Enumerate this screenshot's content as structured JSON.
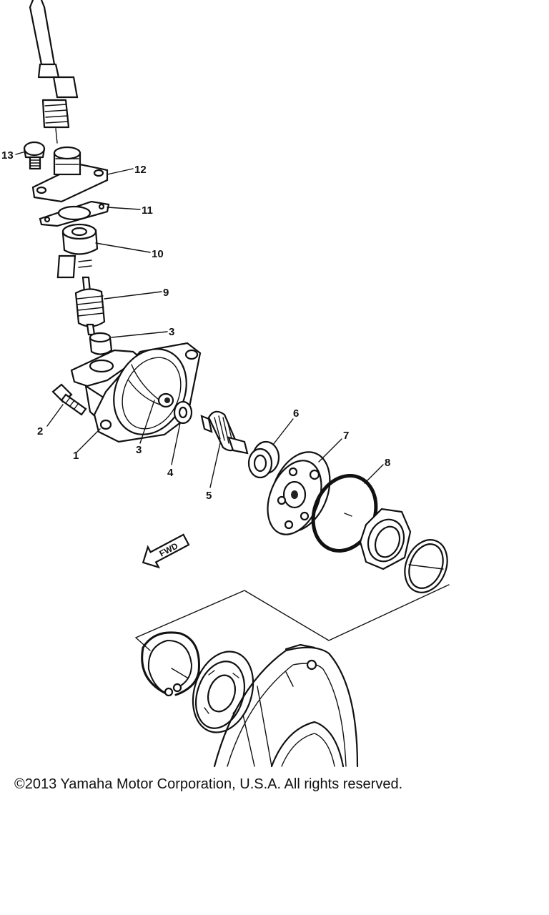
{
  "callouts": [
    {
      "id": "c13",
      "label": "13"
    },
    {
      "id": "c12",
      "label": "12"
    },
    {
      "id": "c11",
      "label": "11"
    },
    {
      "id": "c10",
      "label": "10"
    },
    {
      "id": "c9",
      "label": "9"
    },
    {
      "id": "c3a",
      "label": "3"
    },
    {
      "id": "c2",
      "label": "2"
    },
    {
      "id": "c1",
      "label": "1"
    },
    {
      "id": "c3b",
      "label": "3"
    },
    {
      "id": "c4",
      "label": "4"
    },
    {
      "id": "c5",
      "label": "5"
    },
    {
      "id": "c6",
      "label": "6"
    },
    {
      "id": "c7",
      "label": "7"
    },
    {
      "id": "c8",
      "label": "8"
    }
  ],
  "fwd_label": "FWD",
  "copyright": "©2013 Yamaha Motor Corporation, U.S.A. All rights reserved."
}
